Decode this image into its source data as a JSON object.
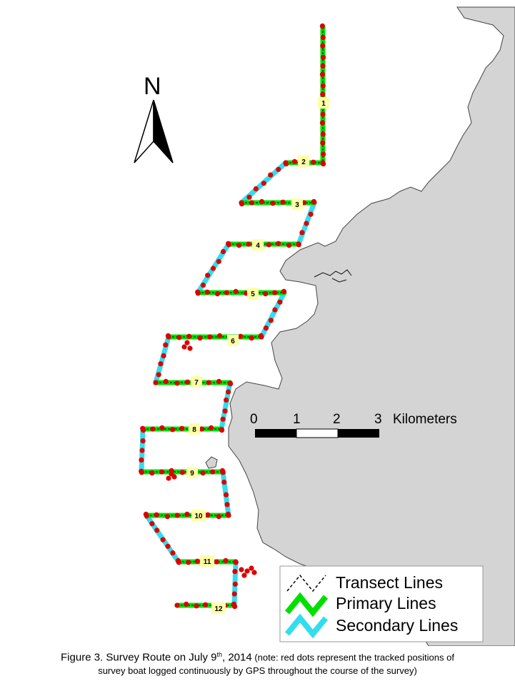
{
  "map": {
    "north_label": "N",
    "colors": {
      "land": "#d4d4d4",
      "coast": "#444444",
      "transect": "#000000",
      "primary": "#00e000",
      "secondary": "#33ddee",
      "gps": "#dd0000",
      "label_fill": "#ffffa8"
    },
    "transect_labels": [
      "1",
      "2",
      "3",
      "4",
      "5",
      "6",
      "7",
      "8",
      "9",
      "10",
      "11",
      "12"
    ],
    "scale_bar": {
      "ticks": [
        "0",
        "1",
        "2",
        "3"
      ],
      "unit": "Kilometers"
    }
  },
  "legend": {
    "items": [
      {
        "label": "Transect Lines",
        "color": "#000000",
        "style": "dashed"
      },
      {
        "label": "Primary Lines",
        "color": "#00e000",
        "style": "zigzag"
      },
      {
        "label": "Secondary Lines",
        "color": "#33ddee",
        "style": "zigzag"
      }
    ]
  },
  "caption": {
    "figure": "Figure 3.  Survey Route on July 9",
    "sup": "th",
    "year": ", 2014",
    "note_line1": " (note: red dots represent the tracked positions of",
    "note_line2": "survey boat logged continuously by GPS throughout the course of the survey)"
  }
}
